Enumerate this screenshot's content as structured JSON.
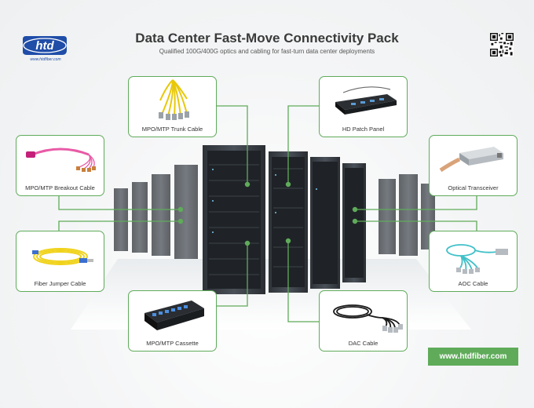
{
  "header": {
    "logo_text": "htd",
    "logo_url": "www.htdfiber.com",
    "title": "Data Center Fast-Move Connectivity Pack",
    "subtitle": "Qualified 100G/400G optics and cabling for fast-turn data center deployments"
  },
  "products": [
    {
      "label": "MPO/MTP Trunk Cable",
      "icon": "trunk-cable-icon"
    },
    {
      "label": "HD Patch Panel",
      "icon": "patch-panel-icon"
    },
    {
      "label": "MPO/MTP Breakout Cable",
      "icon": "breakout-cable-icon"
    },
    {
      "label": "Optical Transceiver",
      "icon": "transceiver-icon"
    },
    {
      "label": "Fiber Jumper Cable",
      "icon": "jumper-cable-icon"
    },
    {
      "label": "AOC Cable",
      "icon": "aoc-cable-icon"
    },
    {
      "label": "MPO/MTP Cassette",
      "icon": "cassette-icon"
    },
    {
      "label": "DAC Cable",
      "icon": "dac-cable-icon"
    }
  ],
  "footer": {
    "website": "www.htdfiber.com"
  },
  "colors": {
    "accent": "#5fab5a",
    "brand": "#1f4da8"
  }
}
